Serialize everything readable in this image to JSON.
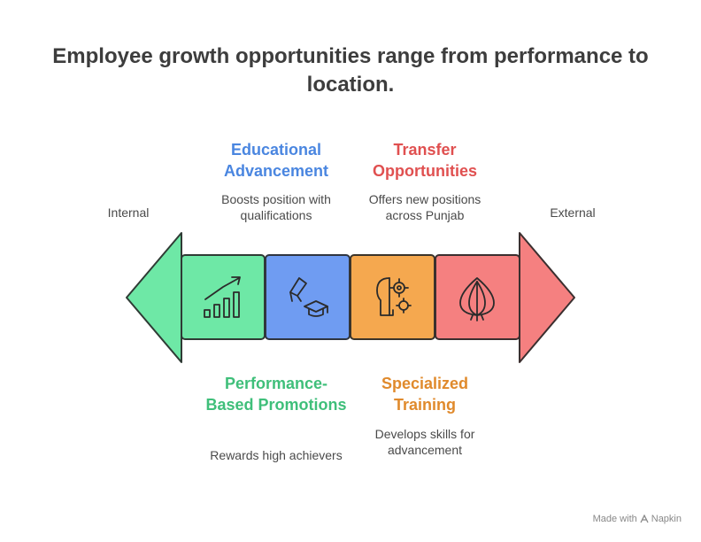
{
  "title": "Employee growth opportunities range from performance to location.",
  "labels": {
    "left": "Internal",
    "right": "External"
  },
  "items": [
    {
      "heading": "Performance-Based Promotions",
      "description": "Rewards high achievers",
      "color": "#3fbf7a",
      "fill": "#6ee8a6",
      "icon": "growth-chart-icon"
    },
    {
      "heading": "Educational Advancement",
      "description": "Boosts position with qualifications",
      "color": "#4a86e0",
      "fill": "#6f9cf2",
      "icon": "graduation-cap-icon"
    },
    {
      "heading": "Specialized Training",
      "description": "Develops skills for advancement",
      "color": "#e08a2c",
      "fill": "#f5a84f",
      "icon": "head-gears-icon"
    },
    {
      "heading": "Transfer Opportunities",
      "description": "Offers new positions across Punjab",
      "color": "#e05050",
      "fill": "#f58080",
      "icon": "onion-icon"
    }
  ],
  "footer": {
    "made_with": "Made with",
    "brand": "Napkin"
  }
}
